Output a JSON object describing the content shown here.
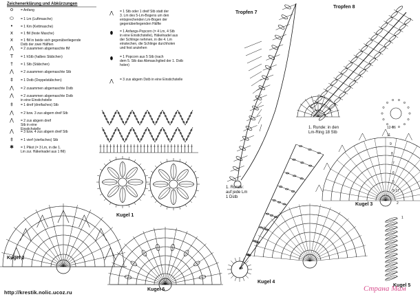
{
  "legend": {
    "title": "Zeichenerklärung und Abkürzungen",
    "col1": [
      {
        "sym": "o",
        "text": "= Anfang"
      },
      {
        "sym": "⬭",
        "text": "= 1 Lm (Luftmasche)"
      },
      {
        "sym": "•",
        "text": "= 1 Km (Kettmasche)"
      },
      {
        "sym": "x",
        "text": "= 1 fM (feste Masche)"
      },
      {
        "sym": "x",
        "text": "= 1 fM in beide sich gegenüberliegende\nDstb der zwei Hälften"
      },
      {
        "sym": "⋀",
        "text": "= 2 zusammen abgemaschte fM"
      },
      {
        "sym": "T",
        "text": "= 1 hStb (halbes Stäbchen)"
      },
      {
        "sym": "†",
        "text": "= 1 Stb (Stäbchen)"
      },
      {
        "sym": "⋀",
        "text": "= 2 zusammen abgemaschte Stb"
      },
      {
        "sym": "‡",
        "text": "= 1 Dstb (Doppelstäbchen)"
      },
      {
        "sym": "⋀",
        "text": "= 2 zusammen abgemaschte Dstb"
      },
      {
        "sym": "⋀",
        "text": "= 2 zusammen abgemaschte Dstb\nin eine Einstichstelle"
      },
      {
        "sym": "‡",
        "text": "= 1 dreif (dreifaches) Stb"
      },
      {
        "sym": "⋀",
        "text": "= 2 bzw. 3 zus abgem dreif Stb"
      },
      {
        "sym": "⋀",
        "text": "= 2 zus abgem dreif\nStb in eine\nEinstichstelle"
      },
      {
        "sym": "⋀",
        "text": "= 3 bzw. 4 zus abgem dreif Stb"
      },
      {
        "sym": "‡",
        "text": "= 1 vierf (vierfaches) Stb"
      },
      {
        "sym": "✱",
        "text": "= 1 Pikot (= 3 Lm, in die 1.\nLm zur. Häkelnadel aus 1 fM)"
      }
    ],
    "col2": [
      {
        "sym": "⋀",
        "text": "= 1 Stb oder 1 dreif Stb statt der\n3. Lm des 5-Lm-Bogens um den\nentsprechenden Lm-Bogen der\ngegenüberliegenden Hälfte"
      },
      {
        "sym": "⬮",
        "text": "= 1 Anfangs-Popcorn (= 4 Lm, 4 Stb\nin eine Einstichstelle), Häkelnadel aus\nder Schlinge nehmen, in die 4. Lm\neinstechen, die Schlinge durchholen\nund fest anziehen"
      },
      {
        "sym": "⬮",
        "text": "= 1 Popcorn aus 5 Stb (nach\ndem 5. Stb das Abmaschglied der 1. Dstb\nholen)"
      },
      {
        "sym": "⋀",
        "text": "= 3 zus abgem Dstb in eine Einstichstelle"
      }
    ]
  },
  "labels": {
    "tropfen7": "Tropfen 7",
    "tropfen8": "Tropfen 8",
    "kugel1": "Kugel 1",
    "kugel2": "Kugel 2",
    "kugel3": "Kugel 3",
    "kugel4": "Kugel 4",
    "kugel5": "Kugel 5",
    "kugel6": "Kugel 6"
  },
  "notes": {
    "runde_left": "1. Runde:\nauf jede Lm\n1 Dstb",
    "runde_right": "1. Runde: in den\nLm-Ring 18 Stb"
  },
  "row_numbers": [
    "12-16",
    "11",
    "9",
    "8",
    "7",
    "6",
    "5",
    "5-17",
    "2",
    "1"
  ],
  "watermark_left": "http://krestik.nolic.ucoz.ru",
  "watermark_right": {
    "a": "Страна",
    "b": "Мам"
  }
}
